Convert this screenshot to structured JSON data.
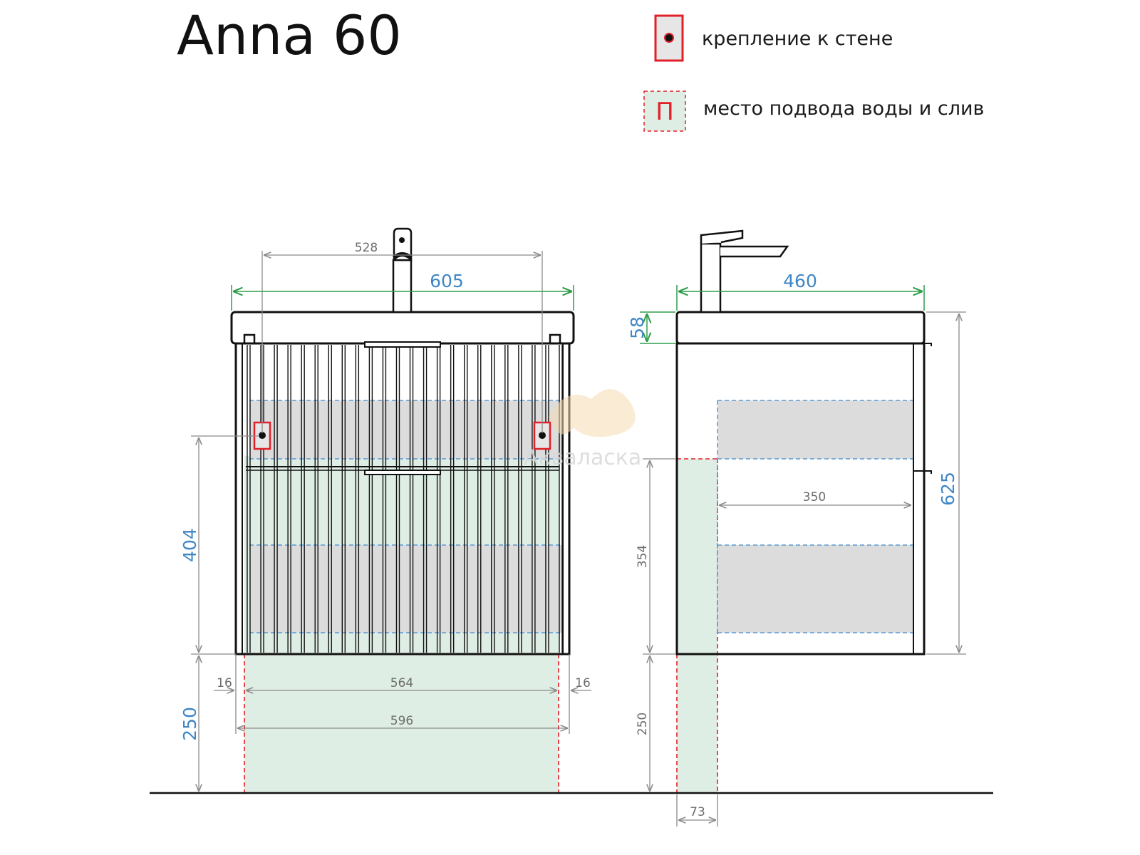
{
  "title": "Anna 60",
  "legend": {
    "wall_mount": "крепление к стене",
    "water_drain": "место подвода воды и слив",
    "water_drain_symbol": "П"
  },
  "watermark": "Акваласка",
  "front": {
    "dim_528": "528",
    "dim_605": "605",
    "dim_404": "404",
    "dim_250": "250",
    "dim_16_left": "16",
    "dim_564": "564",
    "dim_16_right": "16",
    "dim_596": "596"
  },
  "side": {
    "dim_460": "460",
    "dim_58": "58",
    "dim_625": "625",
    "dim_350": "350",
    "dim_354": "354",
    "dim_250": "250",
    "dim_73": "73"
  },
  "colors": {
    "outline": "#111111",
    "dim_green": "#2e9e4a",
    "dim_blue": "#3f86c5",
    "dim_gray": "#8a8a8a",
    "mount_red": "#e2202a",
    "water_fill": "#dfeee4",
    "shelf_fill": "#dcdcdc",
    "dashed_blue": "#5a9ad6"
  }
}
